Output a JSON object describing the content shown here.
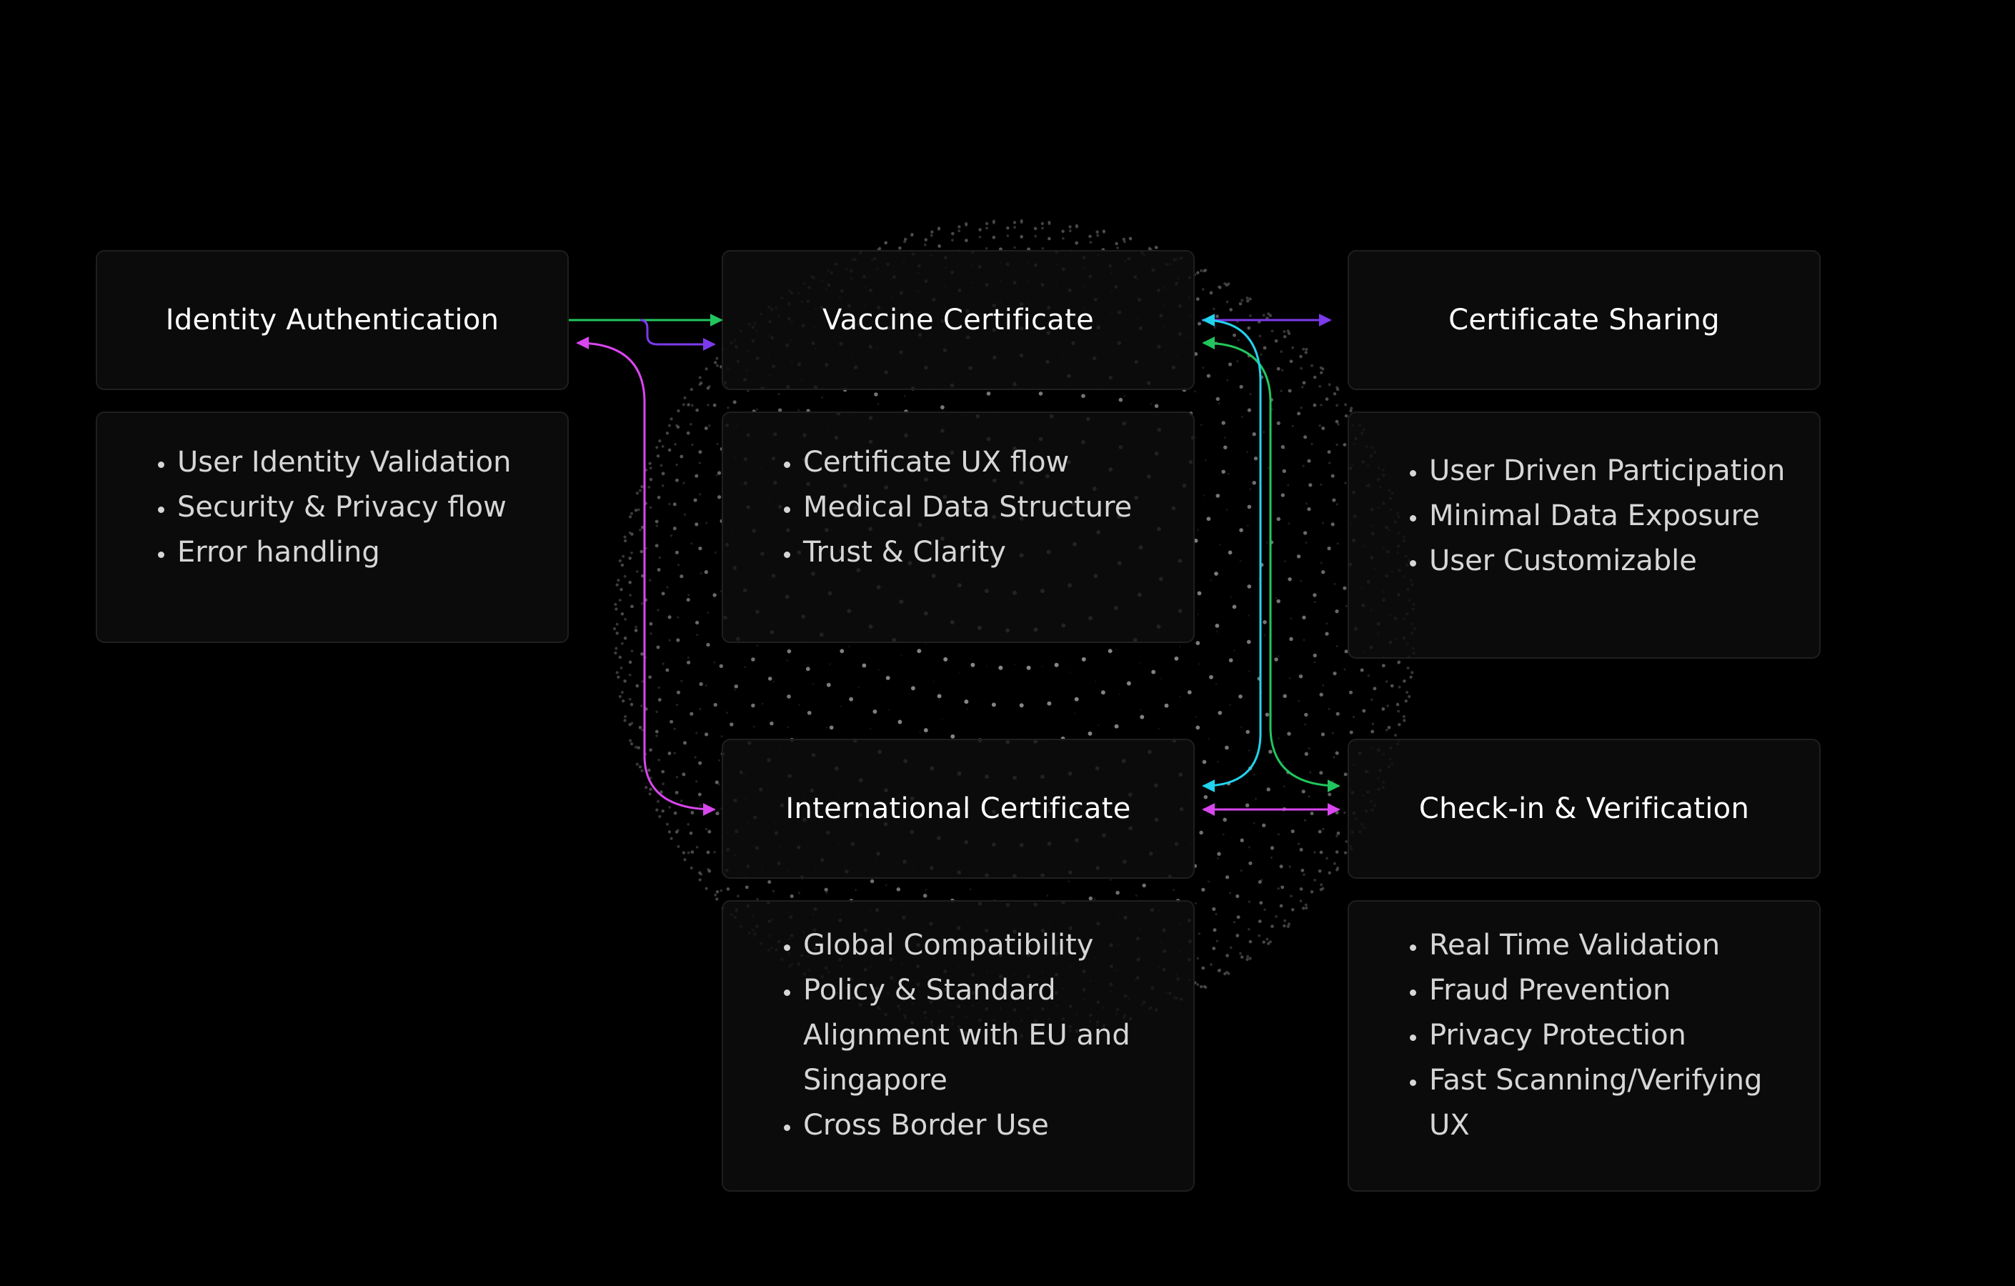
{
  "colors": {
    "background": "#000000",
    "box_fill": "#0e0e0e",
    "box_border": "#1f1f1f",
    "title_text": "#ffffff",
    "bullet_text": "#d6d6d6",
    "arrow_green": "#22c55e",
    "arrow_purple": "#7c3aed",
    "arrow_magenta": "#d946ef",
    "arrow_cyan": "#22d3ee"
  },
  "nodes": {
    "identity": {
      "title": "Identity Authentication",
      "items": [
        "User Identity Validation",
        "Security & Privacy flow",
        "Error handling"
      ]
    },
    "vaccine": {
      "title": "Vaccine Certificate",
      "items": [
        "Certificate UX flow",
        "Medical Data Structure",
        "Trust & Clarity"
      ]
    },
    "sharing": {
      "title": "Certificate Sharing",
      "items": [
        "User Driven Participation",
        "Minimal Data Exposure",
        "User Customizable"
      ]
    },
    "international": {
      "title": "International Certificate",
      "items": [
        "Global Compatibility",
        "Policy & Standard Alignment with EU and Singapore",
        "Cross Border Use"
      ]
    },
    "checkin": {
      "title": "Check-in & Verification",
      "items": [
        "Real Time Validation",
        "Fraud Prevention",
        "Privacy Protection",
        "Fast Scanning/Verifying UX"
      ]
    }
  },
  "connections": [
    {
      "from": "identity",
      "to": "vaccine",
      "color": "arrow_green"
    },
    {
      "from": "identity",
      "to": "vaccine",
      "color": "arrow_purple"
    },
    {
      "from": "identity",
      "to": "international",
      "color": "arrow_magenta"
    },
    {
      "from": "vaccine",
      "to": "sharing",
      "color": "arrow_purple"
    },
    {
      "from": "vaccine",
      "to": "checkin",
      "color": "arrow_green"
    },
    {
      "from": "vaccine",
      "to": "international",
      "color": "arrow_cyan"
    },
    {
      "from": "international",
      "to": "checkin",
      "color": "arrow_magenta"
    }
  ]
}
